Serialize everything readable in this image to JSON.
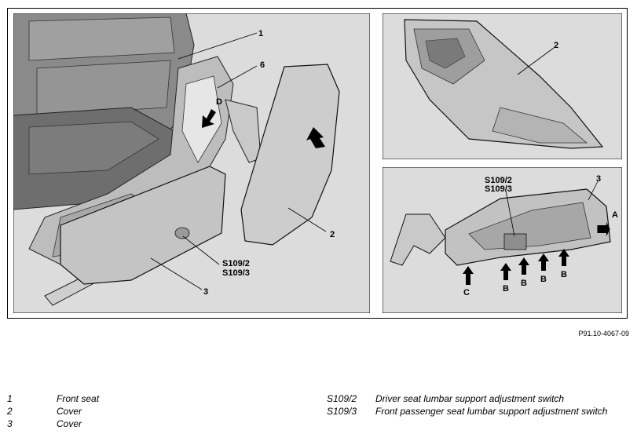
{
  "figure": {
    "reference": "P91.10-4067-09",
    "main_labels": {
      "l1": "1",
      "l6": "6",
      "lD": "D",
      "l2": "2",
      "l3": "3",
      "s1": "S109/2",
      "s2": "S109/3"
    },
    "top_right_labels": {
      "l2": "2"
    },
    "bottom_right_labels": {
      "s1": "S109/2",
      "s2": "S109/3",
      "l3": "3",
      "A": "A",
      "C": "C",
      "B1": "B",
      "B2": "B",
      "B3": "B",
      "B4": "B"
    }
  },
  "legend": {
    "left": [
      {
        "key": "1",
        "text": "Front seat"
      },
      {
        "key": "2",
        "text": "Cover"
      },
      {
        "key": "3",
        "text": "Cover"
      }
    ],
    "right": [
      {
        "key": "S109/2",
        "text": "Driver seat lumbar support adjustment switch"
      },
      {
        "key": "S109/3",
        "text": "Front passenger seat lumbar support adjustment switch"
      }
    ]
  },
  "colors": {
    "panel_bg": "#dcdcdc",
    "part_fill": "#c8c8c8",
    "dark": "#6e6e6e"
  }
}
